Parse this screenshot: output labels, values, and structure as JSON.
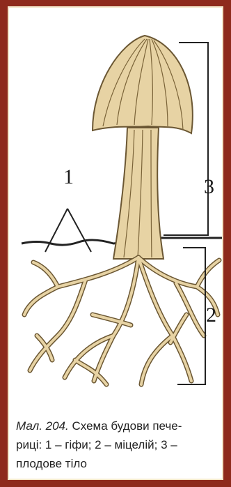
{
  "labels": {
    "hyphae": "1",
    "mycelium": "2",
    "fruiting_body": "3"
  },
  "caption": {
    "figure_number": "Мал. 204.",
    "line1_rest": "Схема будови пече-",
    "line2": "риці: 1 – гіфи; 2 – міцелій; 3 –",
    "line3": "плодове тіло"
  },
  "colors": {
    "frame": "#8e2a1c",
    "hyphae": "#e7d3a4",
    "outline": "#6b5733"
  }
}
